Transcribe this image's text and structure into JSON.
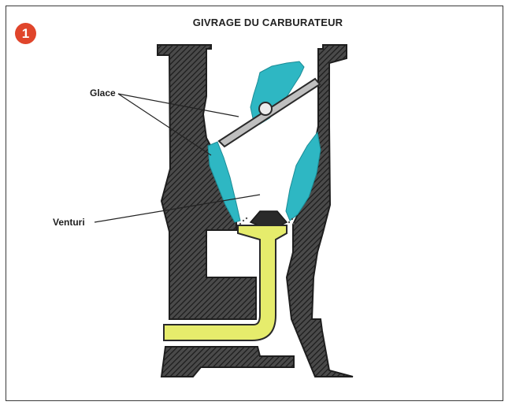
{
  "figure": {
    "number": "1",
    "title": "GIVRAGE DU CARBURATEUR",
    "labels": {
      "glace": "Glace",
      "venturi": "Venturi"
    },
    "colors": {
      "ice": "#2eb7c3",
      "fuel": "#e6ec6c",
      "badge": "#e0452b",
      "body": "#3d3d3d"
    }
  }
}
